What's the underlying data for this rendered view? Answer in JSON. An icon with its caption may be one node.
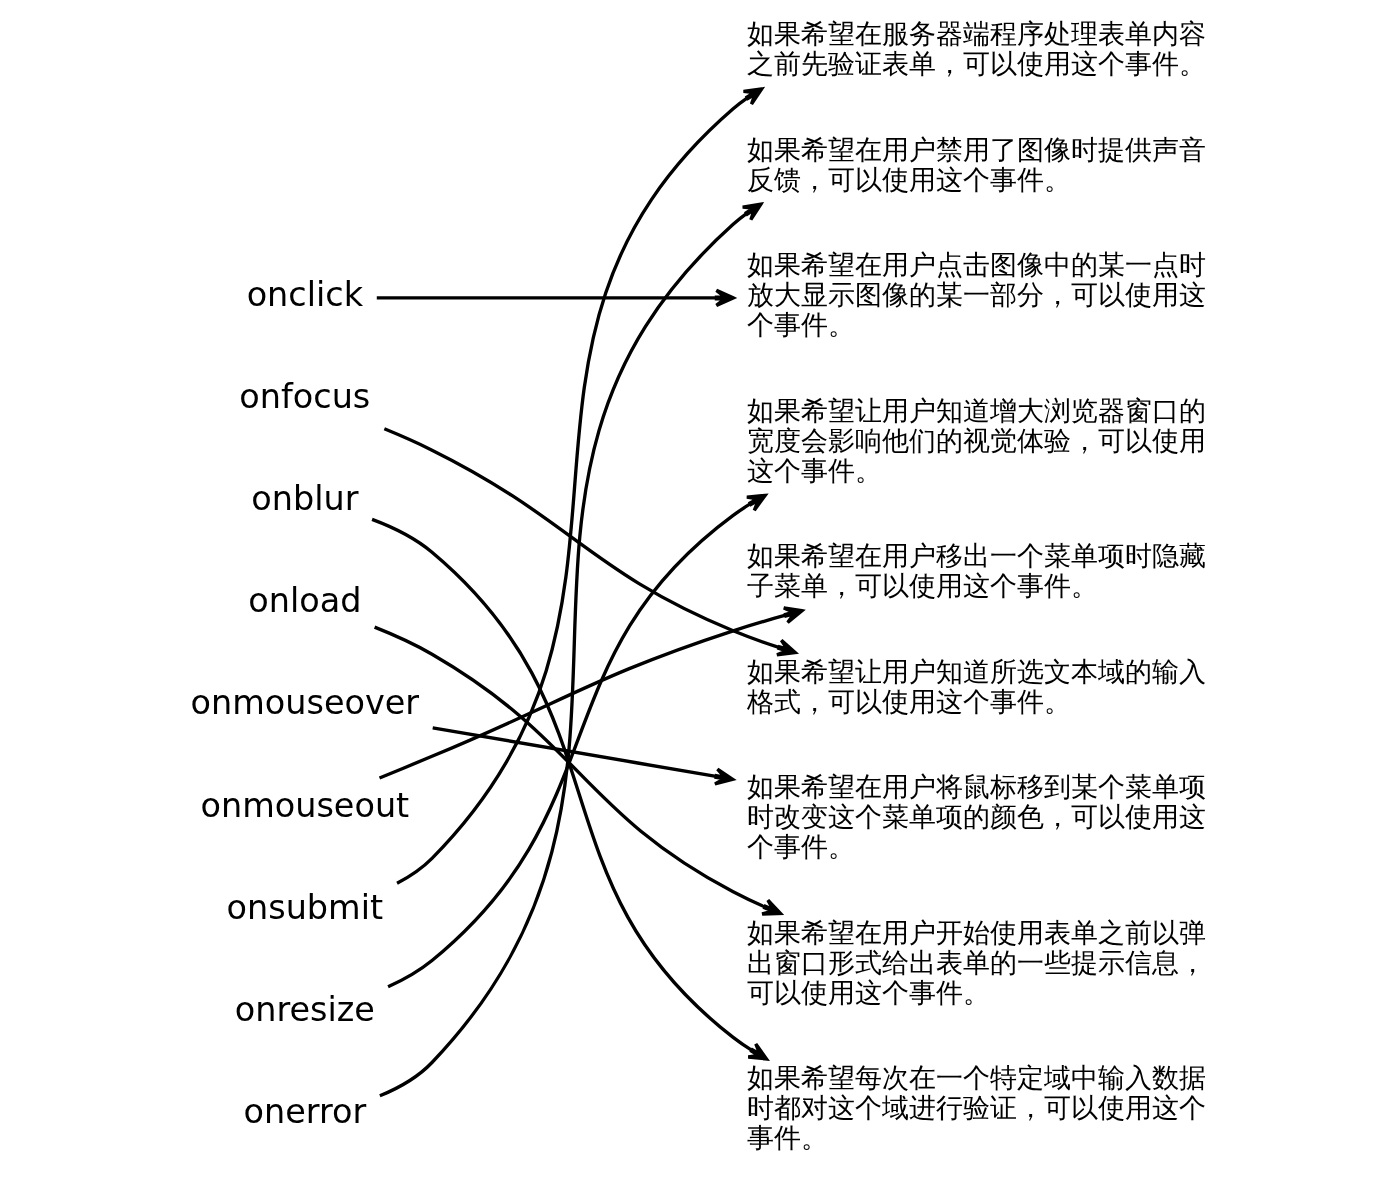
{
  "diagram": {
    "nodes": [
      {
        "text": [
          "onclick"
        ]
      },
      {
        "text": [
          "onfocus"
        ]
      },
      {
        "text": [
          "onblur"
        ]
      },
      {
        "text": [
          "onload"
        ]
      },
      {
        "text": [
          "onmouseover"
        ]
      },
      {
        "text": [
          "onmouseout"
        ]
      },
      {
        "text": [
          "onsubmit"
        ]
      },
      {
        "text": [
          "onresize"
        ]
      },
      {
        "text": [
          "onerror"
        ]
      },
      {
        "text": [
          "如果希望在服务器端程序处理表单内容之前先验证表单，可以使用这个事件。"
        ]
      },
      {
        "text": [
          "如果希望在用户禁用了图像时提供声音反馈，可以使用这个事件。"
        ]
      },
      {
        "text": [
          "如果希望在用户点击图像中的某一点时放大显示图像的某一部分，可以使用这个事件。"
        ]
      },
      {
        "text": [
          "如果希望让用户知道增大浏览器窗口的宽度会影响他们的视觉体验，可以使用这个事件。"
        ]
      },
      {
        "text": [
          "如果希望在用户移出一个菜单项时隐藏子菜单，可以使用这个事件。"
        ]
      },
      {
        "text": [
          "如果希望让用户知道所选文本域的输入格式，可以使用这个事件。"
        ]
      },
      {
        "text": [
          "如果希望在用户将鼠标移到某个菜单项时改变这个菜单项的颜色，可以使用这个事件。"
        ]
      },
      {
        "text": [
          "如果希望在用户开始使用表单之前以弹出窗口形式给出表单的一些提示信息，可以使用这个事件。"
        ]
      },
      {
        "text": [
          "如果希望每次在一个特定域中输入数据时都对这个域进行验证，可以使用这个事件。"
        ]
      }
    ],
    "edges": [
      {
        "from": 0,
        "to": 11,
        "arrow": "to"
      },
      {
        "from": 1,
        "to": 14,
        "arrow": "to"
      },
      {
        "from": 2,
        "to": 17,
        "arrow": "to"
      },
      {
        "from": 3,
        "to": 16,
        "arrow": "to"
      },
      {
        "from": 4,
        "to": 15,
        "arrow": "to"
      },
      {
        "from": 5,
        "to": 13,
        "arrow": "to"
      },
      {
        "from": 6,
        "to": 9,
        "arrow": "to"
      },
      {
        "from": 7,
        "to": 12,
        "arrow": "to"
      },
      {
        "from": 8,
        "to": 10,
        "arrow": "to"
      }
    ]
  }
}
